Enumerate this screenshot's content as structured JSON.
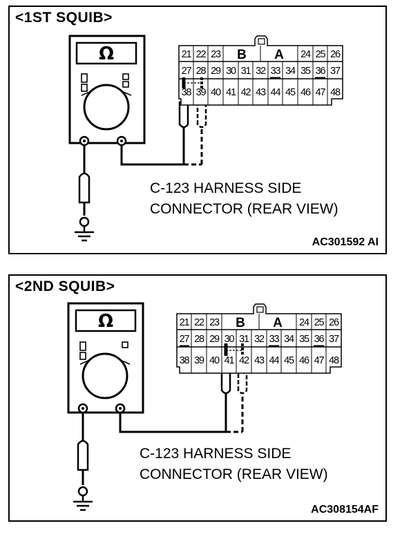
{
  "panels": [
    {
      "title": "<1ST SQUIB>",
      "meter_symbol": "Ω",
      "caption_line1": "C-123 HARNESS SIDE",
      "caption_line2": "CONNECTOR (REAR VIEW)",
      "figure_code": "AC301592 AI",
      "connector": {
        "top_left": [
          "21",
          "22",
          "23"
        ],
        "top_center": [
          "B",
          "A"
        ],
        "top_right": [
          "24",
          "25",
          "26"
        ],
        "middle": [
          "27",
          "28",
          "29",
          "30",
          "31",
          "32",
          "33",
          "34",
          "35",
          "36",
          "37"
        ],
        "bottom": [
          "38",
          "39",
          "40",
          "41",
          "42",
          "43",
          "44",
          "45",
          "46",
          "47",
          "48"
        ]
      },
      "probe_pins": [
        "27",
        "28"
      ]
    },
    {
      "title": "<2ND SQUIB>",
      "meter_symbol": "Ω",
      "caption_line1": "C-123 HARNESS SIDE",
      "caption_line2": "CONNECTOR (REAR VIEW)",
      "figure_code": "AC308154AF",
      "connector": {
        "top_left": [
          "21",
          "22",
          "23"
        ],
        "top_center": [
          "B",
          "A"
        ],
        "top_right": [
          "24",
          "25",
          "26"
        ],
        "middle": [
          "27",
          "28",
          "29",
          "30",
          "31",
          "32",
          "33",
          "34",
          "35",
          "36",
          "37"
        ],
        "bottom": [
          "38",
          "39",
          "40",
          "41",
          "42",
          "43",
          "44",
          "45",
          "46",
          "47",
          "48"
        ]
      },
      "probe_pins": [
        "30",
        "31"
      ]
    }
  ]
}
